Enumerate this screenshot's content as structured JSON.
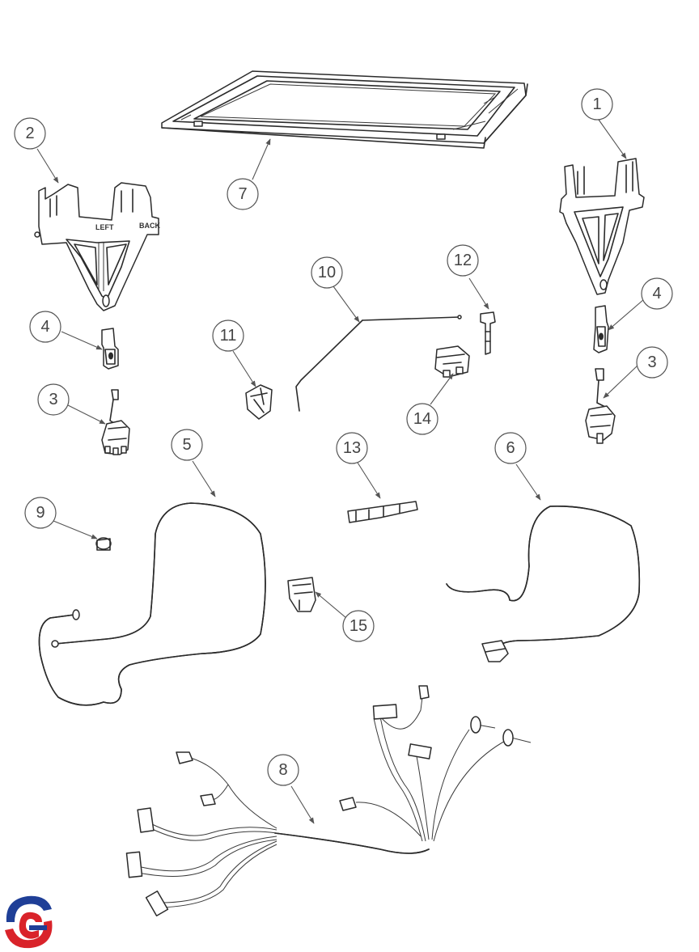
{
  "callouts": [
    {
      "id": "1",
      "label": "1"
    },
    {
      "id": "2",
      "label": "2"
    },
    {
      "id": "3a",
      "label": "3"
    },
    {
      "id": "3b",
      "label": "3"
    },
    {
      "id": "4a",
      "label": "4"
    },
    {
      "id": "4b",
      "label": "4"
    },
    {
      "id": "5",
      "label": "5"
    },
    {
      "id": "6",
      "label": "6"
    },
    {
      "id": "7",
      "label": "7"
    },
    {
      "id": "8",
      "label": "8"
    },
    {
      "id": "9",
      "label": "9"
    },
    {
      "id": "10",
      "label": "10"
    },
    {
      "id": "11",
      "label": "11"
    },
    {
      "id": "12",
      "label": "12"
    },
    {
      "id": "13",
      "label": "13"
    },
    {
      "id": "14",
      "label": "14"
    },
    {
      "id": "15",
      "label": "15"
    }
  ],
  "embossed_text": {
    "left_bracket_left": "LEFT",
    "left_bracket_back": "BACK"
  },
  "logo": {
    "colors": {
      "red": "#d9232a",
      "blue": "#1f3f97"
    }
  }
}
